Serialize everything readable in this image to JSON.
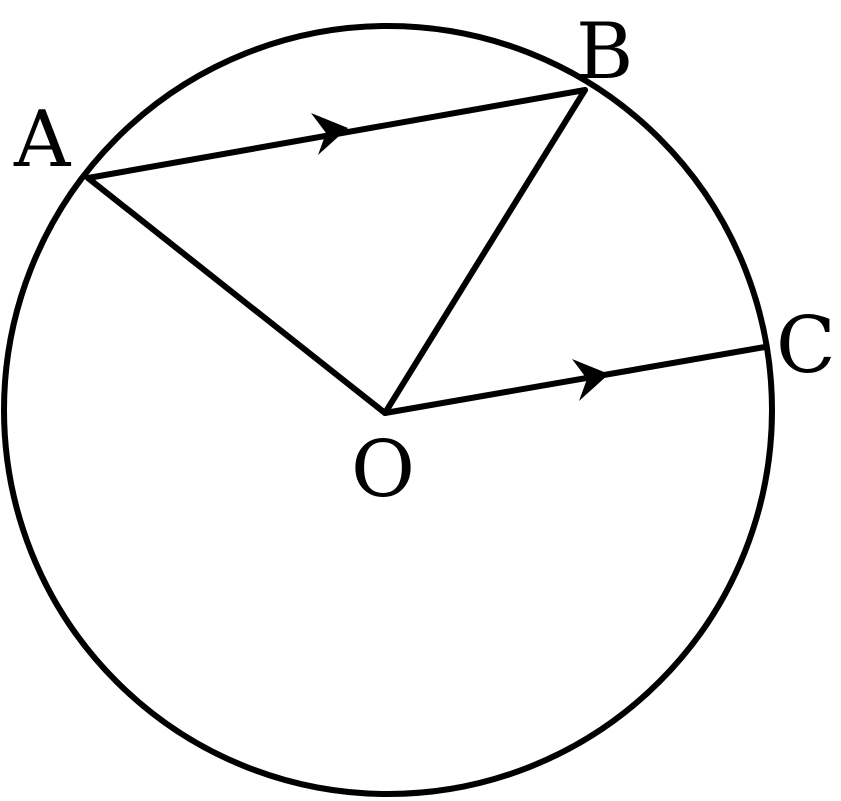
{
  "labels": {
    "A": "A",
    "B": "B",
    "C": "C",
    "O": "O"
  },
  "segments": [
    {
      "id": "AB",
      "from": "A",
      "to": "B",
      "arrow": true
    },
    {
      "id": "AO",
      "from": "A",
      "to": "O",
      "arrow": false
    },
    {
      "id": "OB",
      "from": "O",
      "to": "B",
      "arrow": false
    },
    {
      "id": "OC",
      "from": "O",
      "to": "C",
      "arrow": true
    }
  ],
  "colors": {
    "stroke": "#000000",
    "background": "#ffffff"
  }
}
